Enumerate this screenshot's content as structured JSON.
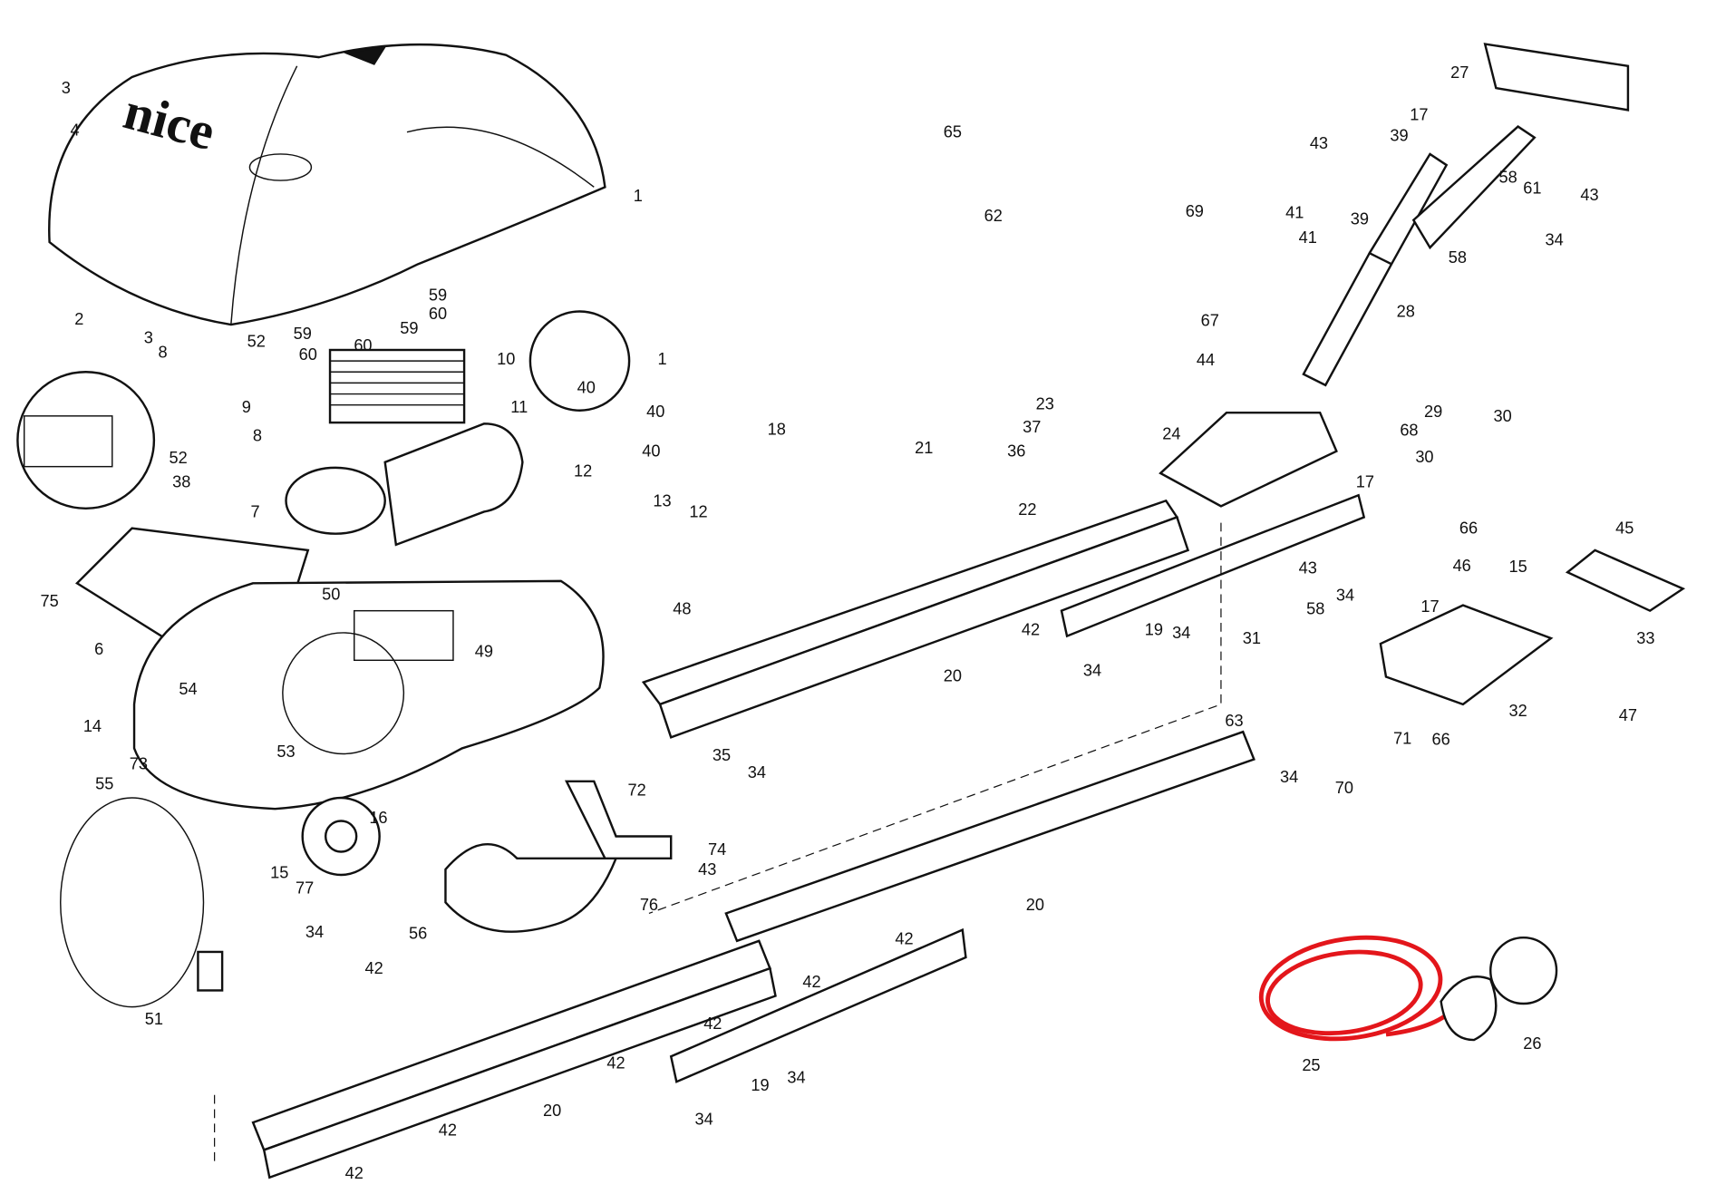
{
  "diagram": {
    "type": "exploded-parts-diagram",
    "brand_logo": "nice",
    "highlight_color": "#e3161b",
    "highlighted_part": "25",
    "labels": [
      "3",
      "4",
      "2",
      "3",
      "8",
      "52",
      "59",
      "60",
      "59",
      "60",
      "59",
      "60",
      "10",
      "1",
      "65",
      "62",
      "1",
      "40",
      "40",
      "9",
      "8",
      "52",
      "38",
      "7",
      "11",
      "40",
      "12",
      "13",
      "12",
      "18",
      "21",
      "23",
      "37",
      "36",
      "22",
      "69",
      "41",
      "41",
      "67",
      "44",
      "24",
      "27",
      "17",
      "43",
      "39",
      "58",
      "61",
      "43",
      "39",
      "34",
      "58",
      "28",
      "29",
      "30",
      "68",
      "30",
      "17",
      "75",
      "6",
      "50",
      "48",
      "49",
      "54",
      "14",
      "53",
      "73",
      "55",
      "16",
      "15",
      "77",
      "34",
      "56",
      "42",
      "51",
      "20",
      "42",
      "19",
      "34",
      "34",
      "35",
      "34",
      "72",
      "74",
      "43",
      "76",
      "20",
      "42",
      "42",
      "42",
      "42",
      "19",
      "34",
      "34",
      "20",
      "42",
      "42",
      "66",
      "45",
      "46",
      "15",
      "43",
      "34",
      "17",
      "58",
      "31",
      "33",
      "47",
      "32",
      "63",
      "71",
      "66",
      "34",
      "70",
      "25",
      "26"
    ]
  }
}
